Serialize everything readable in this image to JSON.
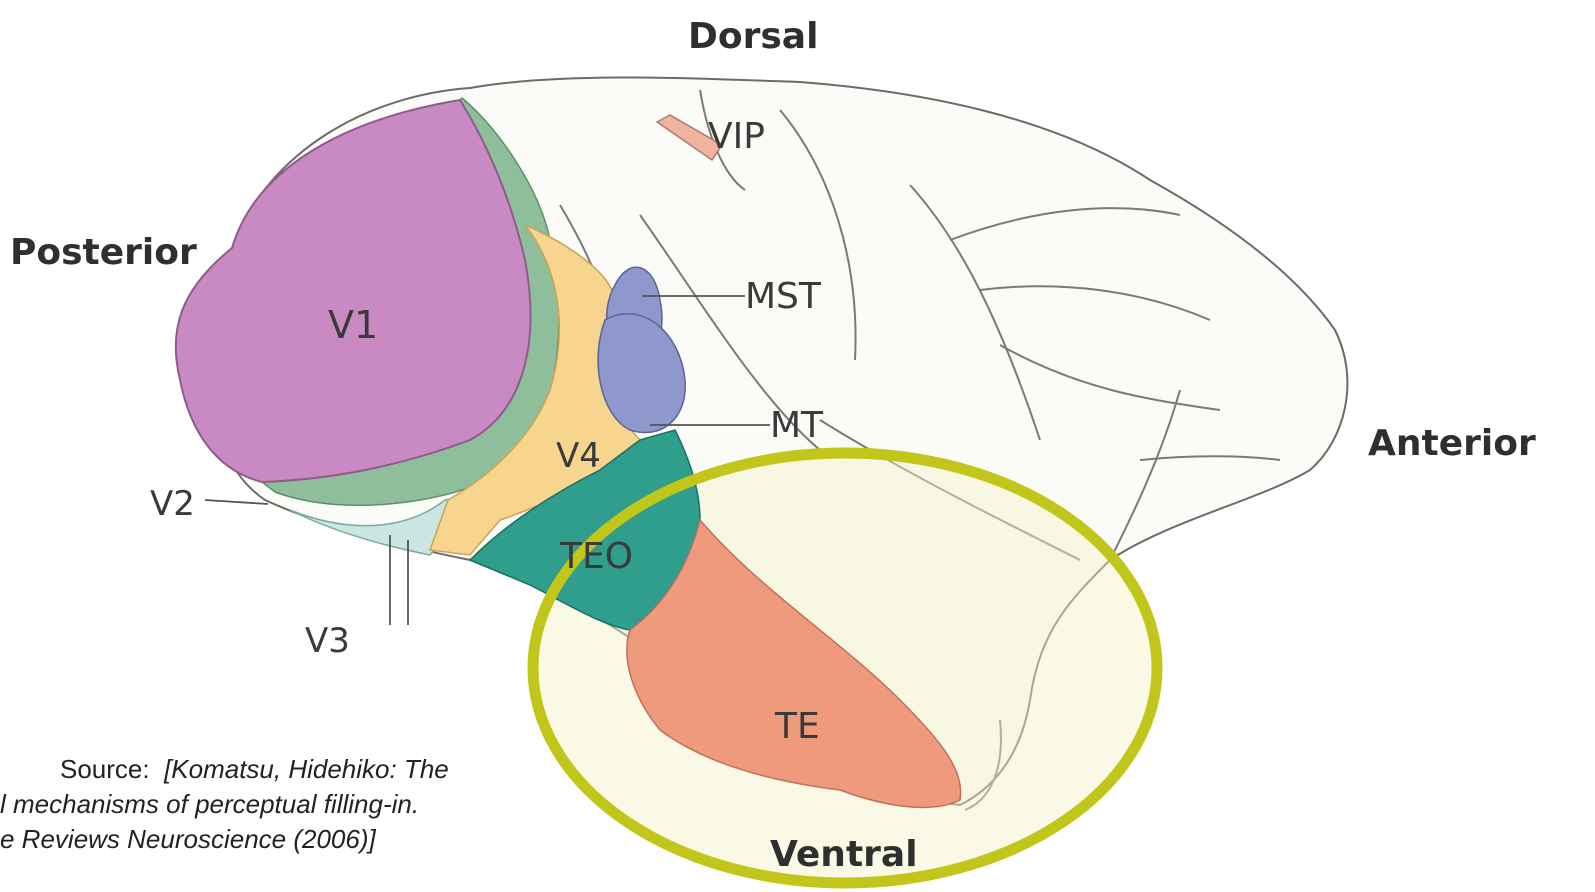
{
  "orientation": {
    "dorsal": "Dorsal",
    "posterior": "Posterior",
    "anterior": "Anterior",
    "ventral": "Ventral"
  },
  "areas": {
    "v1": "V1",
    "v2": "V2",
    "v3": "V3",
    "v4": "V4",
    "vip": "VIP",
    "mst": "MST",
    "mt": "MT",
    "teo": "TEO",
    "te": "TE"
  },
  "source": {
    "prefix": "Source:",
    "line1": "[Komatsu, Hidehiko: The",
    "line2": "l mechanisms of perceptual filling-in.",
    "line3": "e Reviews Neuroscience (2006)]"
  },
  "colors": {
    "v1": "#c98ac4",
    "v2": "#8fbf9a",
    "v3": "#c9e6e3",
    "v4": "#f8d58e",
    "mst_mt": "#8f98cc",
    "teo": "#2f9e8c",
    "te": "#ef9a7c",
    "highlight_ring": "#c3c61a"
  }
}
